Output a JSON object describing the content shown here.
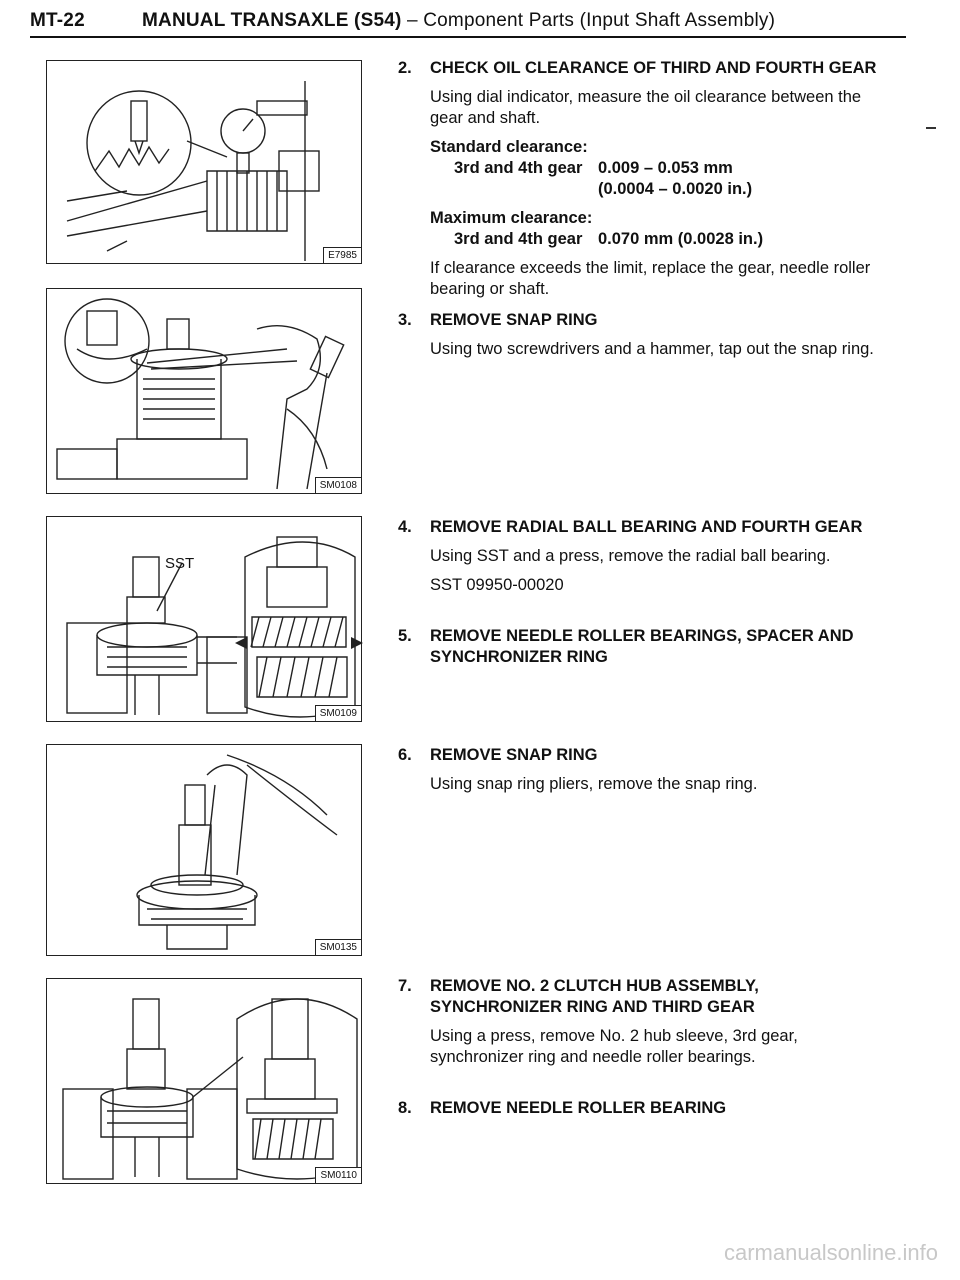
{
  "header": {
    "code": "MT-22",
    "title": "MANUAL TRANSAXLE (S54)",
    "subtitle": " – Component Parts (Input Shaft Assembly)"
  },
  "figures": [
    {
      "code": "E7985"
    },
    {
      "code": "SM0108"
    },
    {
      "code": "SM0109",
      "tag": "SST"
    },
    {
      "code": "SM0135"
    },
    {
      "code": "SM0110"
    }
  ],
  "steps": {
    "s2": {
      "num": "2.",
      "title": "CHECK OIL CLEARANCE OF THIRD AND FOURTH GEAR",
      "body": "Using dial indicator, measure the oil clearance between the gear and shaft.",
      "std_label": "Standard clearance:",
      "std_item": "3rd and 4th gear",
      "std_val1": "0.009 – 0.053 mm",
      "std_val2": "(0.0004 – 0.0020 in.)",
      "max_label": "Maximum clearance:",
      "max_item": "3rd and 4th gear",
      "max_val": "0.070 mm (0.0028 in.)",
      "note": "If clearance exceeds the limit, replace the gear, needle roller bearing or shaft."
    },
    "s3": {
      "num": "3.",
      "title": "REMOVE SNAP RING",
      "body": "Using two screwdrivers and a hammer, tap out the snap ring."
    },
    "s4": {
      "num": "4.",
      "title": "REMOVE RADIAL BALL BEARING AND FOURTH GEAR",
      "body": "Using SST and a press, remove the radial ball bearing.",
      "sst": "SST 09950-00020"
    },
    "s5": {
      "num": "5.",
      "title": "REMOVE NEEDLE ROLLER BEARINGS, SPACER AND SYNCHRONIZER RING"
    },
    "s6": {
      "num": "6.",
      "title": "REMOVE SNAP RING",
      "body": "Using snap ring pliers, remove the snap ring."
    },
    "s7": {
      "num": "7.",
      "title": "REMOVE NO. 2 CLUTCH HUB ASSEMBLY, SYNCHRONIZER RING AND THIRD GEAR",
      "body": "Using a press, remove No. 2 hub sleeve, 3rd gear, synchronizer ring and needle roller bearings."
    },
    "s8": {
      "num": "8.",
      "title": "REMOVE NEEDLE ROLLER BEARING"
    }
  },
  "watermark": "carmanualsonline.info"
}
